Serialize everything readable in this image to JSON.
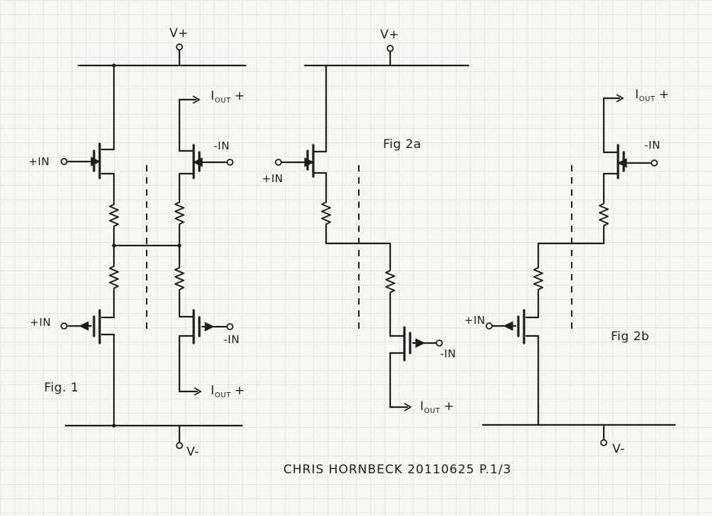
{
  "labels": {
    "vplus": "V+",
    "vminus": "V-",
    "in_pos": "+IN",
    "in_neg": "-IN",
    "iout_main": "I",
    "iout_sub": "OUT",
    "iout_sign": "+"
  },
  "figures": {
    "fig1": "Fig. 1",
    "fig2a": "Fig 2a",
    "fig2b": "Fig 2b"
  },
  "caption": "CHRIS HORNBECK 20110625 P.1/3",
  "colors": {
    "ink": "#1c1c1c",
    "paper": "#f6f6f3",
    "grid": "#a0aab4"
  }
}
